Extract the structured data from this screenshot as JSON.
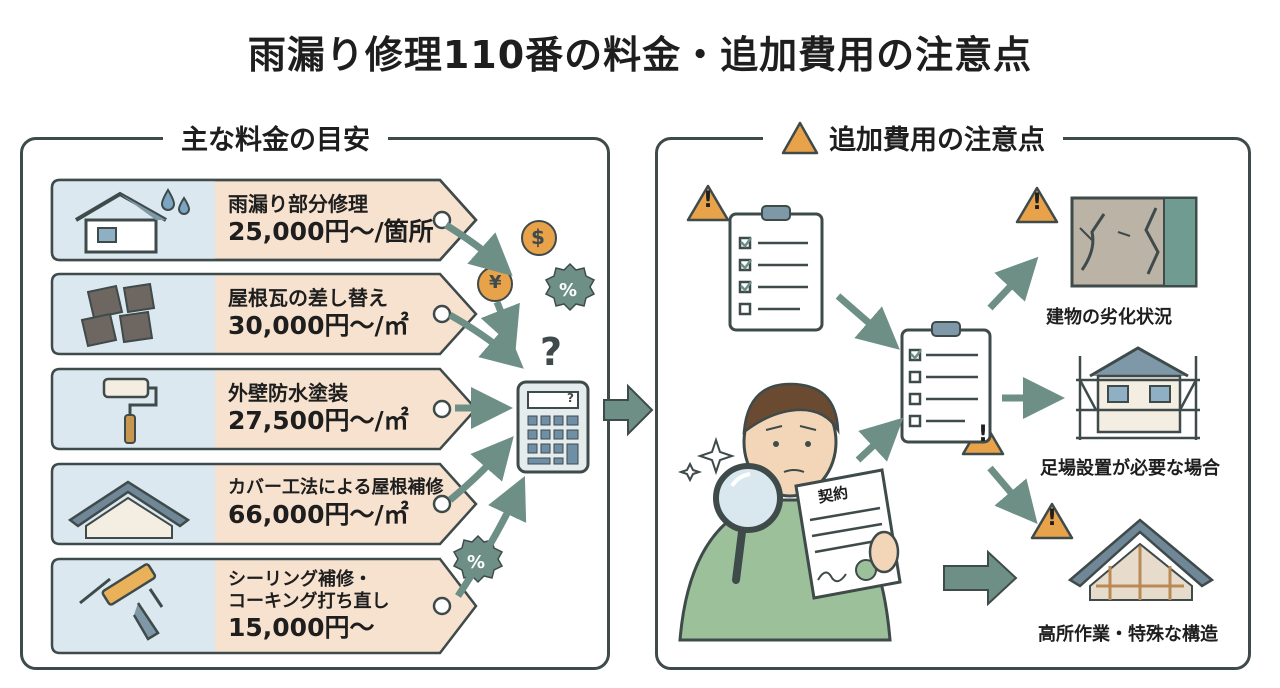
{
  "title": "雨漏り修理110番の料金・追加費用の注意点",
  "left_panel": {
    "title": "主な料金の目安",
    "items": [
      {
        "name": "雨漏り部分修理",
        "price": "25,000円〜/箇所",
        "icon": "house-rain-icon"
      },
      {
        "name": "屋根瓦の差し替え",
        "price": "30,000円〜/㎡",
        "icon": "roof-tiles-icon"
      },
      {
        "name": "外壁防水塗装",
        "price": "27,500円〜/㎡",
        "icon": "paint-roller-icon"
      },
      {
        "name": "カバー工法による屋根補修",
        "price": "66,000円〜/㎡",
        "icon": "roof-cover-icon"
      },
      {
        "name_lines": [
          "シーリング補修・",
          "コーキング打ち直し"
        ],
        "price": "15,000円〜",
        "icon": "caulking-gun-icon"
      }
    ],
    "symbols": {
      "dollar": "$",
      "yen": "¥",
      "percent": "%",
      "question": "?"
    }
  },
  "right_panel": {
    "title": "追加費用の注意点",
    "contract_label": "契約",
    "factors": [
      {
        "label": "建物の劣化状況",
        "icon": "cracked-wall-icon"
      },
      {
        "label": "足場設置が必要な場合",
        "icon": "scaffolding-house-icon"
      },
      {
        "label": "高所作業・特殊な構造",
        "icon": "roof-structure-icon"
      }
    ],
    "warning_symbol": "!"
  },
  "colors": {
    "tag_fill": "#f6e2cf",
    "icon_bg": "#dce8ef",
    "arrow": "#6d8f86",
    "warning": "#e8a24a",
    "outline": "#3f4a4a"
  }
}
